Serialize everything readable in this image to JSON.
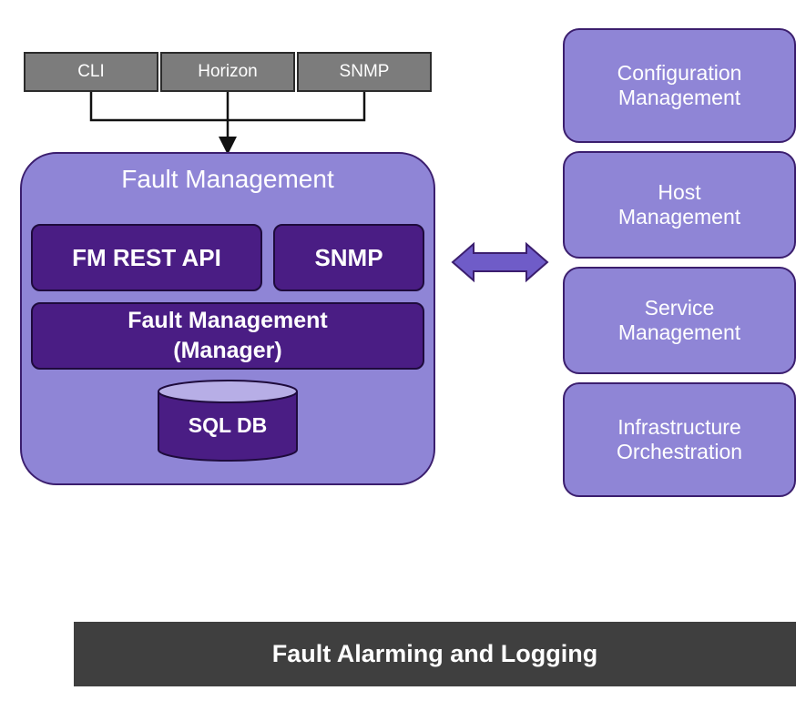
{
  "clients": [
    {
      "label": "CLI"
    },
    {
      "label": "Horizon"
    },
    {
      "label": "SNMP"
    }
  ],
  "fault_management": {
    "title": "Fault Management",
    "rest_api": "FM REST API",
    "snmp": "SNMP",
    "manager_line1": "Fault Management",
    "manager_line2": "(Manager)",
    "database": "SQL DB"
  },
  "services": [
    {
      "line1": "Configuration",
      "line2": "Management"
    },
    {
      "line1": "Host",
      "line2": "Management"
    },
    {
      "line1": "Service",
      "line2": "Management"
    },
    {
      "line1": "Infrastructure",
      "line2": "Orchestration"
    }
  ],
  "footer": {
    "label": "Fault Alarming and Logging"
  },
  "colors": {
    "client_gray": "#7c7c7c",
    "lavender": "#8f85d6",
    "dark_purple": "#4a1d84",
    "footer_gray": "#3f3f3f",
    "arrow": "#6f5cc8"
  },
  "icons": {
    "database": "cylinder-icon",
    "connector": "double-arrow-icon"
  }
}
